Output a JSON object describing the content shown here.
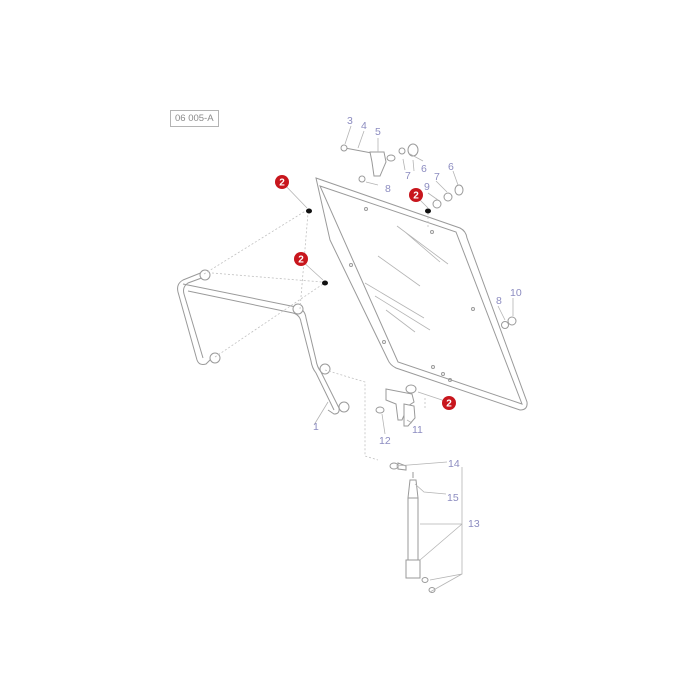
{
  "reference_code": "06 005-A",
  "part_labels": {
    "p1": "1",
    "p3": "3",
    "p4": "4",
    "p5": "5",
    "p6a": "6",
    "p6b": "6",
    "p7a": "7",
    "p7b": "7",
    "p8a": "8",
    "p8b": "8",
    "p9": "9",
    "p10": "10",
    "p11": "11",
    "p12": "12",
    "p13": "13",
    "p14": "14",
    "p15": "15"
  },
  "callouts": {
    "c1": "2",
    "c2": "2",
    "c3": "2",
    "c4": "2"
  },
  "colors": {
    "callout_red": "#c8161d",
    "label_blue": "#8c8cc0",
    "line_gray": "#9a9a9a"
  }
}
